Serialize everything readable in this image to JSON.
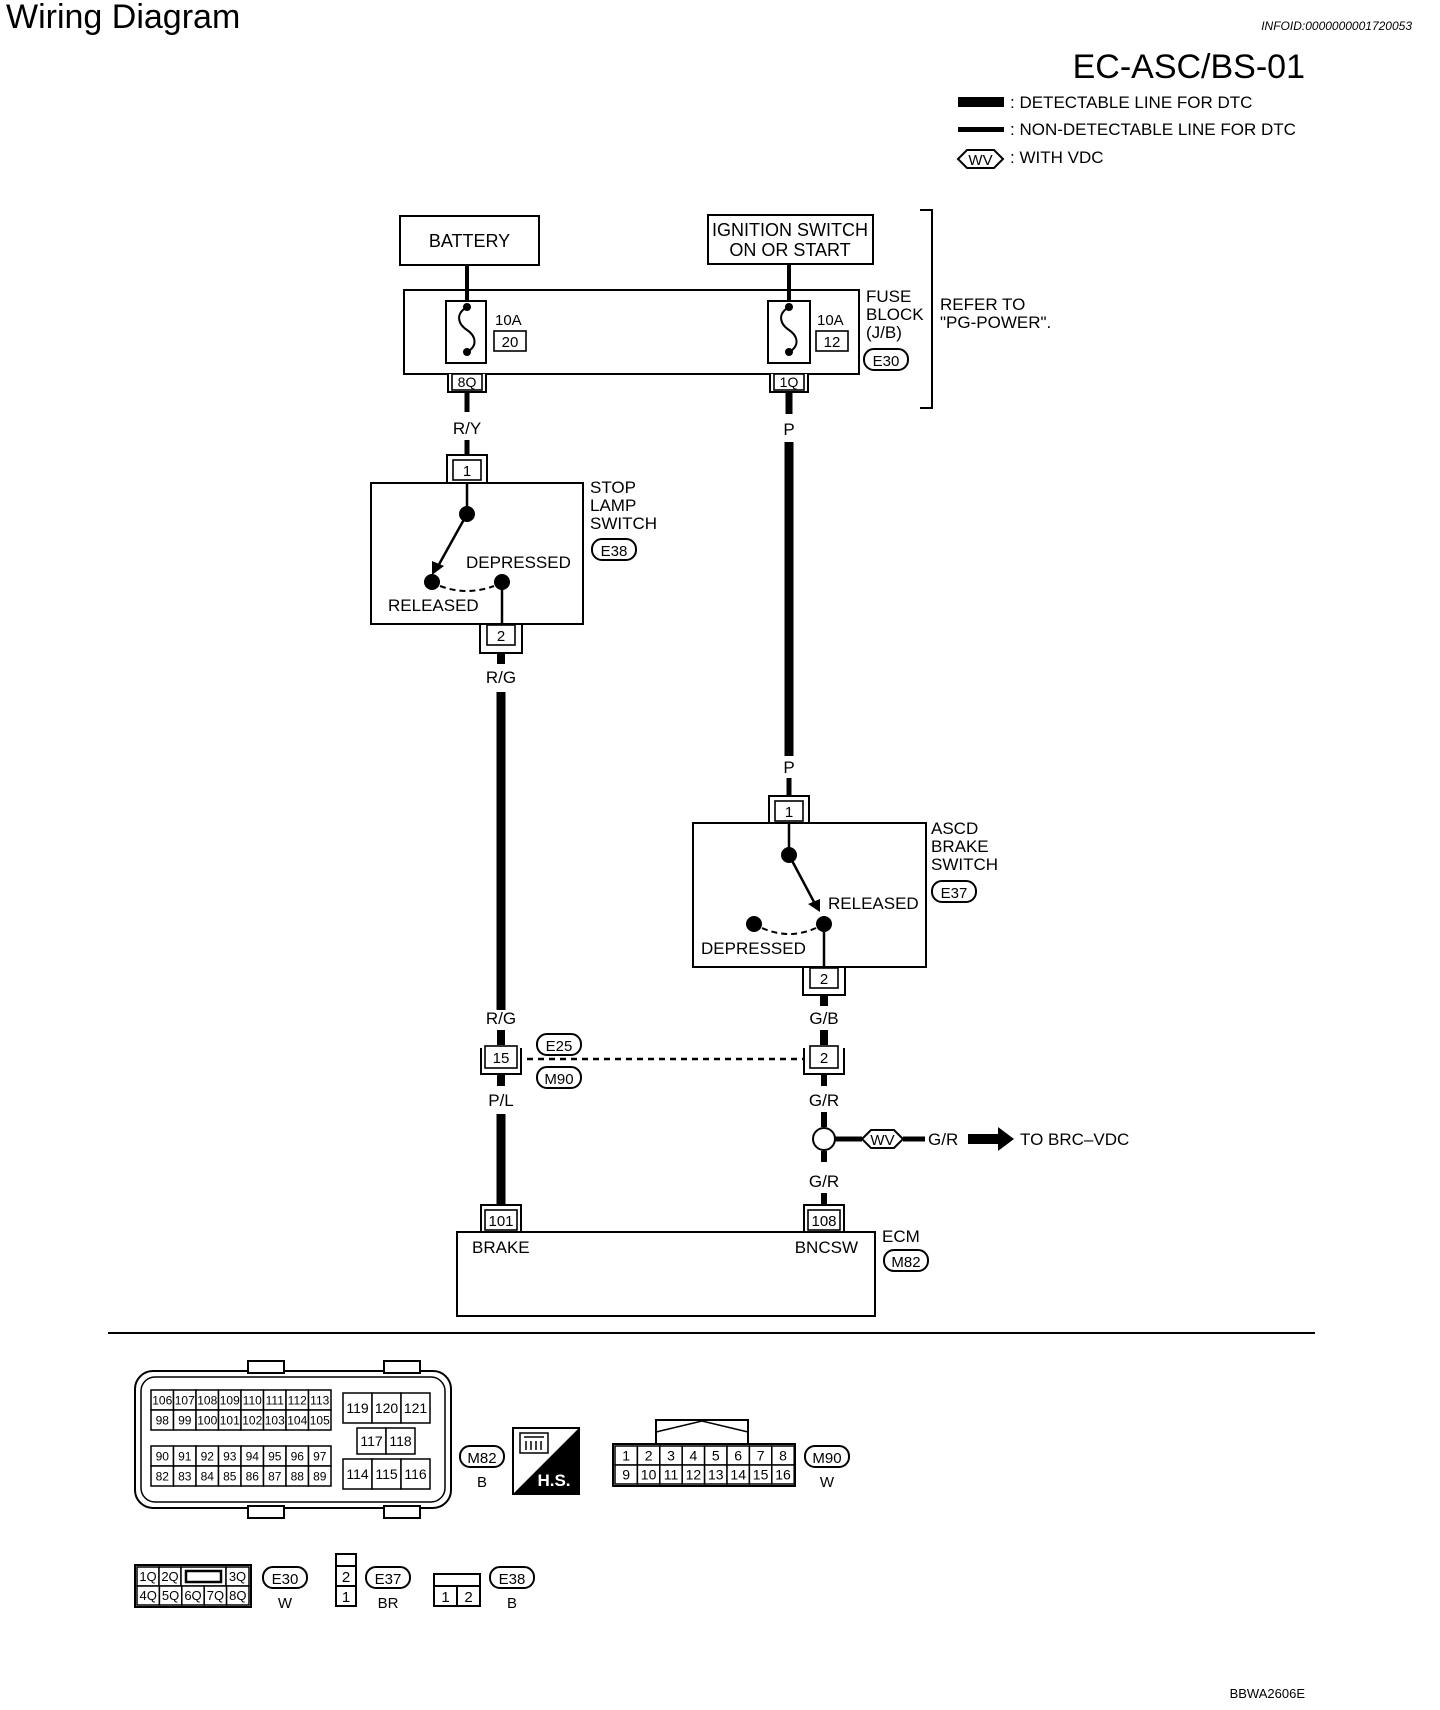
{
  "header": {
    "title": "Wiring Diagram",
    "infoid": "INFOID:0000000001720053",
    "code": "EC-ASC/BS-01",
    "footer_code": "BBWA2606E"
  },
  "legend": {
    "detectable": ": DETECTABLE LINE FOR DTC",
    "non_detectable": ": NON-DETECTABLE LINE FOR DTC",
    "wv_symbol": "WV",
    "wv_text": ": WITH VDC"
  },
  "components": {
    "battery": "BATTERY",
    "ignition_line1": "IGNITION SWITCH",
    "ignition_line2": "ON OR START",
    "fuse_block": {
      "line1": "FUSE",
      "line2": "BLOCK",
      "line3": "(J/B)",
      "connector": "E30",
      "fuse_left_amp": "10A",
      "fuse_left_no": "20",
      "fuse_right_amp": "10A",
      "fuse_right_no": "12",
      "term_left": "8Q",
      "term_right": "1Q"
    },
    "refer_line1": "REFER TO",
    "refer_line2": "\"PG-POWER\".",
    "stop_lamp": {
      "line1": "STOP",
      "line2": "LAMP",
      "line3": "SWITCH",
      "connector": "E38",
      "depressed": "DEPRESSED",
      "released": "RELEASED",
      "pin_top": "1",
      "pin_bottom": "2"
    },
    "ascd": {
      "line1": "ASCD",
      "line2": "BRAKE",
      "line3": "SWITCH",
      "connector": "E37",
      "released": "RELEASED",
      "depressed": "DEPRESSED",
      "pin_top": "1",
      "pin_bottom": "2"
    },
    "joint": {
      "connector_top": "E25",
      "connector_bottom": "M90",
      "pin_left": "15",
      "pin_right": "2"
    },
    "ecm": {
      "name": "ECM",
      "connector": "M82",
      "pin_left": "101",
      "pin_right": "108",
      "label_left": "BRAKE",
      "label_right": "BNCSW"
    },
    "vdc": {
      "symbol": "WV",
      "wire": "G/R",
      "to": "TO BRC–VDC"
    }
  },
  "wires": {
    "ry": "R/Y",
    "p_top": "P",
    "rg_top": "R/G",
    "p_bottom": "P",
    "rg_bottom": "R/G",
    "gb": "G/B",
    "pl": "P/L",
    "gr_a": "G/R",
    "gr_b": "G/R"
  },
  "connectors": {
    "m82": {
      "id": "M82",
      "color": "B",
      "row1": [
        "106",
        "107",
        "108",
        "109",
        "110",
        "111",
        "112",
        "113"
      ],
      "row2": [
        "98",
        "99",
        "100",
        "101",
        "102",
        "103",
        "104",
        "105"
      ],
      "row3": [
        "90",
        "91",
        "92",
        "93",
        "94",
        "95",
        "96",
        "97"
      ],
      "row4": [
        "82",
        "83",
        "84",
        "85",
        "86",
        "87",
        "88",
        "89"
      ],
      "right_top": [
        "119",
        "120",
        "121"
      ],
      "right_mid": [
        "117",
        "118"
      ],
      "right_bot": [
        "114",
        "115",
        "116"
      ]
    },
    "hs": "H.S.",
    "m90": {
      "id": "M90",
      "color": "W",
      "row1": [
        "1",
        "2",
        "3",
        "4",
        "5",
        "6",
        "7",
        "8"
      ],
      "row2": [
        "9",
        "10",
        "11",
        "12",
        "13",
        "14",
        "15",
        "16"
      ]
    },
    "e30": {
      "id": "E30",
      "color": "W",
      "row1": [
        "1Q",
        "2Q",
        "3Q"
      ],
      "row2": [
        "4Q",
        "5Q",
        "6Q",
        "7Q",
        "8Q"
      ]
    },
    "e37": {
      "id": "E37",
      "color": "BR",
      "pins": [
        "2",
        "1"
      ]
    },
    "e38": {
      "id": "E38",
      "color": "B",
      "pins": [
        "1",
        "2"
      ]
    }
  }
}
